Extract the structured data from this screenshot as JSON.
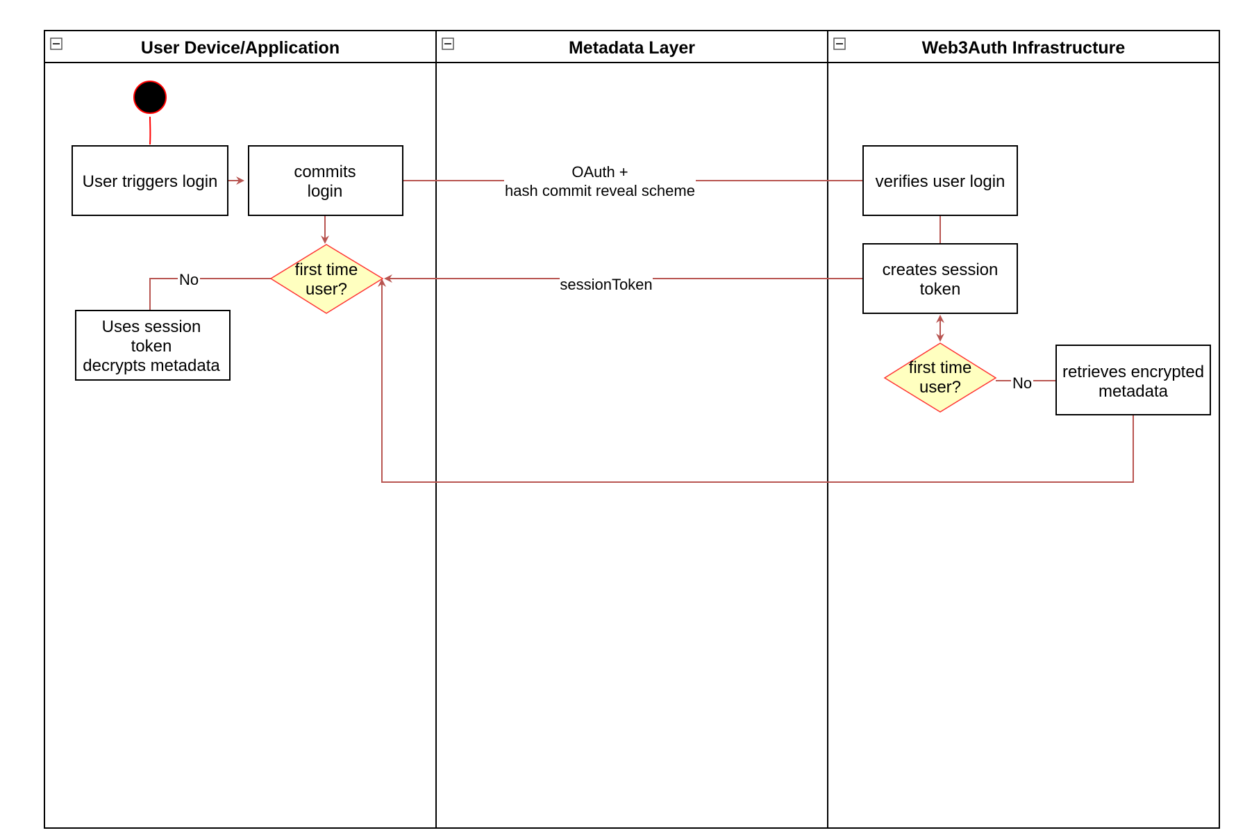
{
  "lanes": {
    "user": {
      "title": "User Device/Application"
    },
    "metadata": {
      "title": "Metadata Layer"
    },
    "web3auth": {
      "title": "Web3Auth Infrastructure"
    }
  },
  "nodes": {
    "user_triggers_login": [
      "User triggers login"
    ],
    "commits_login": [
      "commits",
      "login"
    ],
    "first_time_user_client": [
      "first time",
      "user?"
    ],
    "uses_session_token": [
      "Uses session",
      "token",
      "decrypts metadata"
    ],
    "verifies_user_login": [
      "verifies user login"
    ],
    "creates_session_token": [
      "creates session",
      "token"
    ],
    "first_time_user_infra": [
      "first time",
      "user?"
    ],
    "retrieves_encrypted_metadata": [
      "retrieves encrypted",
      "metadata"
    ]
  },
  "edges": {
    "oauth_label": [
      "OAuth +",
      "hash commit reveal scheme"
    ],
    "session_token_label": "sessionToken",
    "no_client_label": "No",
    "no_infra_label": "No"
  },
  "colors": {
    "edge": "#b85450",
    "decision_fill": "#ffffc0",
    "decision_stroke": "#ff3333",
    "start_fill": "#000000",
    "start_stroke": "#ff0000"
  },
  "icons": {
    "collapse": "minus-square-icon"
  }
}
